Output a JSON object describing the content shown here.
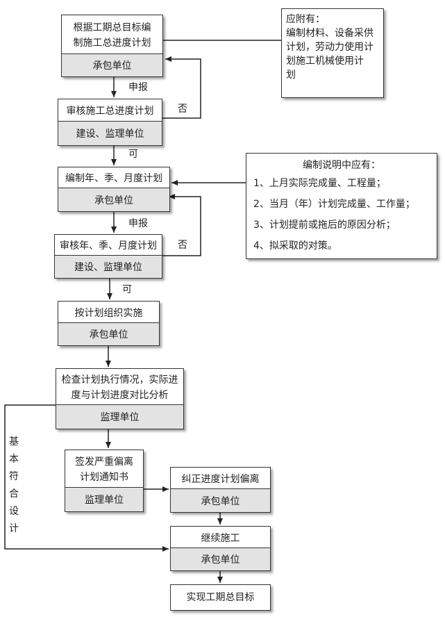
{
  "boxes": {
    "b1": {
      "top": "根据工期总目标编\n制施工总进度计划",
      "bottom": "承包单位"
    },
    "b2": {
      "top": "审核施工总进度计划",
      "bottom": "建设、监理单位"
    },
    "b3": {
      "top": "编制年、季、月度计划",
      "bottom": "承包单位"
    },
    "b4": {
      "top": "审核年、季、月度计划",
      "bottom": "建设、监理单位"
    },
    "b5": {
      "top": "按计划组织实施",
      "bottom": "承包单位"
    },
    "b6": {
      "top": "检查计划执行情况，实际进\n度与计划进度对比分析",
      "bottom": "监理单位"
    },
    "b7": {
      "top": "签发严重偏离\n计划通知书",
      "bottom": "监理单位"
    },
    "b8": {
      "top": "纠正进度计划偏离",
      "bottom": "承包单位"
    },
    "b9": {
      "top": "继续施工",
      "bottom": "承包单位"
    },
    "b10": {
      "top": "实现工期总目标"
    }
  },
  "note1": {
    "heading": "应附有：",
    "lines": [
      "编制材料、设备采供",
      "计划，劳动力使用计",
      "划施工机械使用计",
      "划"
    ]
  },
  "note2": {
    "heading": "编制说明中应有：",
    "items": [
      "1、上月实际完成量、工程量；",
      "2、当月（年）计划完成量、工作量；",
      "3、计划提前或拖后的原因分析；",
      "4、拟采取的对策。"
    ]
  },
  "labels": {
    "report1": "申报",
    "no1": "否",
    "ok1": "可",
    "report2": "申报",
    "no2": "否",
    "ok2": "可",
    "side": "基本符合设计"
  }
}
